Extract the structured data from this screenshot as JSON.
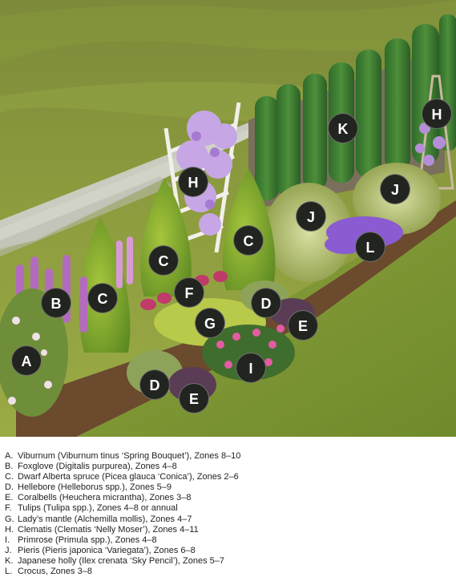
{
  "markers": [
    {
      "letter": "A"
    },
    {
      "letter": "B"
    },
    {
      "letter": "C"
    },
    {
      "letter": "C"
    },
    {
      "letter": "C"
    },
    {
      "letter": "D"
    },
    {
      "letter": "D"
    },
    {
      "letter": "E"
    },
    {
      "letter": "E"
    },
    {
      "letter": "F"
    },
    {
      "letter": "G"
    },
    {
      "letter": "H"
    },
    {
      "letter": "H"
    },
    {
      "letter": "I"
    },
    {
      "letter": "J"
    },
    {
      "letter": "J"
    },
    {
      "letter": "K"
    },
    {
      "letter": "L"
    }
  ],
  "legend": [
    {
      "key": "A.",
      "text": "Viburnum (Viburnum tinus ‘Spring Bouquet’), Zones 8–10"
    },
    {
      "key": "B.",
      "text": "Foxglove (Digitalis purpurea), Zones 4–8"
    },
    {
      "key": "C.",
      "text": "Dwarf Alberta spruce (Picea glauca ‘Conica’), Zones 2–6"
    },
    {
      "key": "D.",
      "text": "Hellebore (Helleborus spp.), Zones 5–9"
    },
    {
      "key": "E.",
      "text": "Coralbells (Heuchera micrantha), Zones 3–8"
    },
    {
      "key": "F.",
      "text": "Tulips (Tulipa spp.), Zones 4–8 or annual"
    },
    {
      "key": "G.",
      "text": "Lady’s mantle (Alchemilla mollis), Zones 4–7"
    },
    {
      "key": "H.",
      "text": "Clematis (Clematis ‘Nelly Moser’), Zones 4–11"
    },
    {
      "key": "I.",
      "text": "Primrose (Primula spp.), Zones 4–8"
    },
    {
      "key": "J.",
      "text": "Pieris (Pieris japonica ‘Variegata’), Zones 6–8"
    },
    {
      "key": "K.",
      "text": "Japanese holly (Ilex crenata ‘Sky Pencil’), Zones 5–7"
    },
    {
      "key": "L.",
      "text": "Crocus, Zones 3–8"
    }
  ]
}
